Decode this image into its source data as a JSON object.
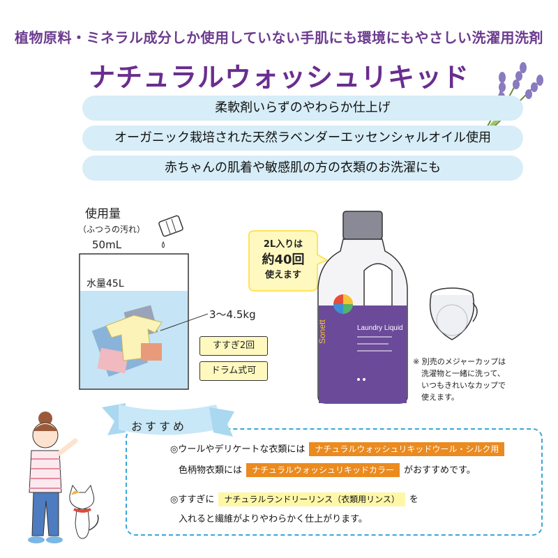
{
  "header": {
    "tagline": "植物原料・ミネラル成分しか使用していない手肌にも環境にもやさしい洗濯用洗剤",
    "title": "ナチュラルウォッシュリキッド"
  },
  "features": [
    "柔軟剤いらずのやわらか仕上げ",
    "オーガニック栽培された天然ラベンダーエッセンシャルオイル使用",
    "赤ちゃんの肌着や敏感肌の方の衣類のお洗濯にも"
  ],
  "usage": {
    "line1": "使用量",
    "line2": "（ふつうの汚れ）",
    "line3": "50mL",
    "water": "水量45L",
    "weight": "3～4.5kg",
    "badges": [
      "すすぎ2回",
      "ドラム式可"
    ]
  },
  "bottle": {
    "bubble_lines": [
      "2L入りは",
      "約40回",
      "使えます"
    ],
    "brand": "Sonett",
    "label": "Laundry Liquid"
  },
  "note": {
    "lines": [
      "※ 別売のメジャーカップは",
      "洗濯物と一緒に洗って、",
      "いつもきれいなカップで",
      "使えます。"
    ]
  },
  "recommend": {
    "banner": "おすすめ",
    "row1_pre": "◎ウールやデリケートな衣類には",
    "row1_tag": "ナチュラルウォッシュリキッドウール・シルク用",
    "row2_pre": "色柄物衣類には",
    "row2_tag": "ナチュラルウォッシュリキッドカラー",
    "row2_post": "がおすすめです。",
    "row3_pre": "◎すすぎに",
    "row3_tag": "ナチュラルランドリーリンス（衣類用リンス）",
    "row3_post": "を",
    "row4": "入れると繊維がよりやわらかく仕上がります。"
  },
  "colors": {
    "title": "#6a2d8f",
    "feature_bg": "#d7edf8",
    "orange": "#ea8a1f",
    "yellow": "#fff7a8",
    "dashed": "#3aa6d8"
  }
}
